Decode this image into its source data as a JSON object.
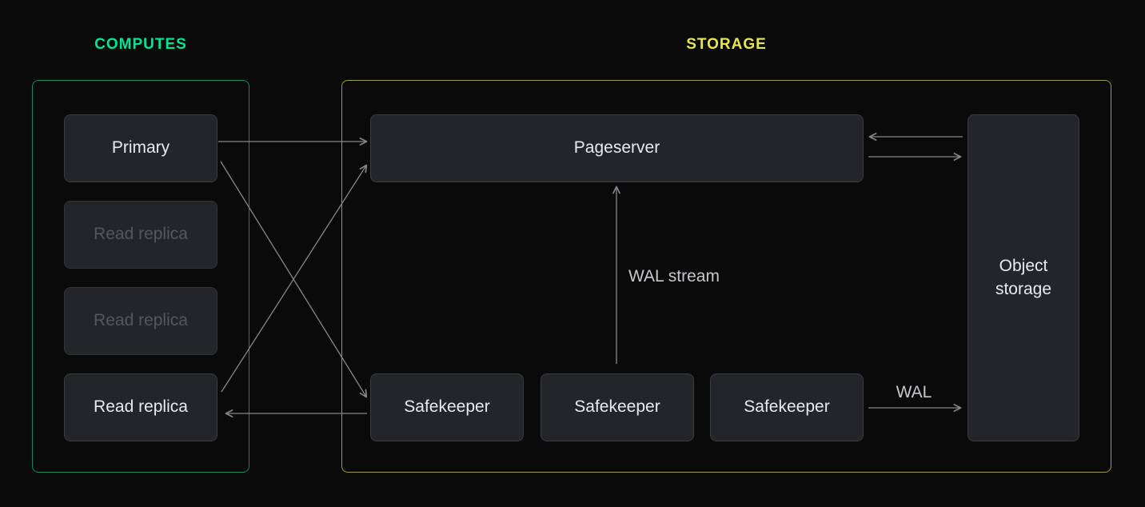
{
  "computes": {
    "title": "COMPUTES",
    "nodes": [
      {
        "label": "Primary",
        "state": "active"
      },
      {
        "label": "Read replica",
        "state": "inactive"
      },
      {
        "label": "Read replica",
        "state": "inactive"
      },
      {
        "label": "Read replica",
        "state": "active"
      }
    ]
  },
  "storage": {
    "title": "STORAGE",
    "pageserver_label": "Pageserver",
    "safekeepers": [
      "Safekeeper",
      "Safekeeper",
      "Safekeeper"
    ],
    "object_storage_label": "Object storage",
    "wal_stream_label": "WAL stream",
    "wal_label": "WAL"
  },
  "colors": {
    "background": "#0a0a0b",
    "computes_accent": "#00e599",
    "storage_accent": "#e6e64f",
    "computes_border": "#128a66",
    "storage_border": "#9a9a41",
    "node_fill": "#232529",
    "node_border": "#393c41",
    "node_text": "#e8eaed",
    "dimmed_text": "#54575d",
    "arrow": "#85878b",
    "flow_label_text": "#c6c8cb"
  }
}
